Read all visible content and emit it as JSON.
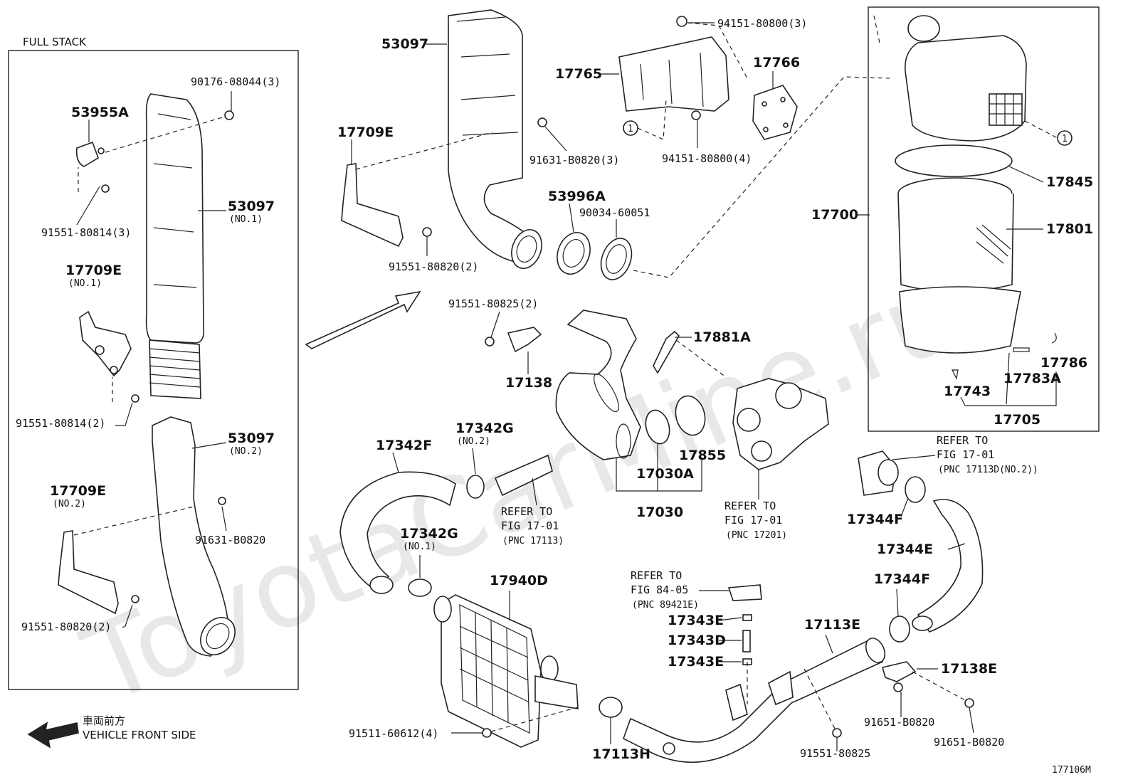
{
  "full_stack_label": "FULL STACK",
  "figure_id": "177106M",
  "watermark": "ToyotaCarMine.ru",
  "front": {
    "jp": "車両前方",
    "en": "VEHICLE FRONT SIDE"
  },
  "circle_marker": "1",
  "labels": {
    "p90176": "90176-08044(3)",
    "p53955a": "53955A",
    "p53097_no1": "53097",
    "p53097_no1_sub": "(NO.1)",
    "p91551_80814_3": "91551-80814(3)",
    "p17709e_no1": "17709E",
    "p17709e_no1_sub": "(NO.1)",
    "p91551_80814_2": "91551-80814(2)",
    "p53097_no2": "53097",
    "p53097_no2_sub": "(NO.2)",
    "p17709e_no2": "17709E",
    "p17709e_no2_sub": "(NO.2)",
    "p91631_b0820_l": "91631-B0820",
    "p91551_80820_2l": "91551-80820(2)",
    "p53097_top": "53097",
    "p17709e_top": "17709E",
    "p91631_b0820_3": "91631-B0820(3)",
    "p91551_80820_2": "91551-80820(2)",
    "p53996a": "53996A",
    "p90034": "90034-60051",
    "p94151_3": "94151-80800(3)",
    "p17765": "17765",
    "p17766": "17766",
    "p94151_4": "94151-80800(4)",
    "p91551_80825_2": "91551-80825(2)",
    "p17138": "17138",
    "p17881a": "17881A",
    "p17845": "17845",
    "p17700": "17700",
    "p17801": "17801",
    "p17786": "17786",
    "p17743": "17743",
    "p17783a": "17783A",
    "p17705": "17705",
    "p17342f": "17342F",
    "p17342g_no2": "17342G",
    "p17342g_no2_sub": "(NO.2)",
    "refer_17113_a": "REFER TO",
    "refer_17113_b": "FIG 17-01",
    "refer_17113_c": "(PNC 17113)",
    "p17030a": "17030A",
    "p17855": "17855",
    "p17030": "17030",
    "refer_17201_a": "REFER TO",
    "refer_17201_b": "FIG 17-01",
    "refer_17201_c": "(PNC 17201)",
    "refer_17113d_a": "REFER TO",
    "refer_17113d_b": "FIG 17-01",
    "refer_17113d_c": "(PNC 17113D(NO.2))",
    "p17344f_a": "17344F",
    "p17344e": "17344E",
    "p17344f_b": "17344F",
    "p17342g_no1": "17342G",
    "p17342g_no1_sub": "(NO.1)",
    "p17940d": "17940D",
    "refer_89421_a": "REFER TO",
    "refer_89421_b": "FIG 84-05",
    "refer_89421_c": "(PNC 89421E)",
    "p17343e_a": "17343E",
    "p17343d": "17343D",
    "p17343e_b": "17343E",
    "p17113e": "17113E",
    "p17138e": "17138E",
    "p91651_b0820_a": "91651-B0820",
    "p91651_b0820_b": "91651-B0820",
    "p91511": "91511-60612(4)",
    "p17113h": "17113H",
    "p91551_80825": "91551-80825"
  }
}
